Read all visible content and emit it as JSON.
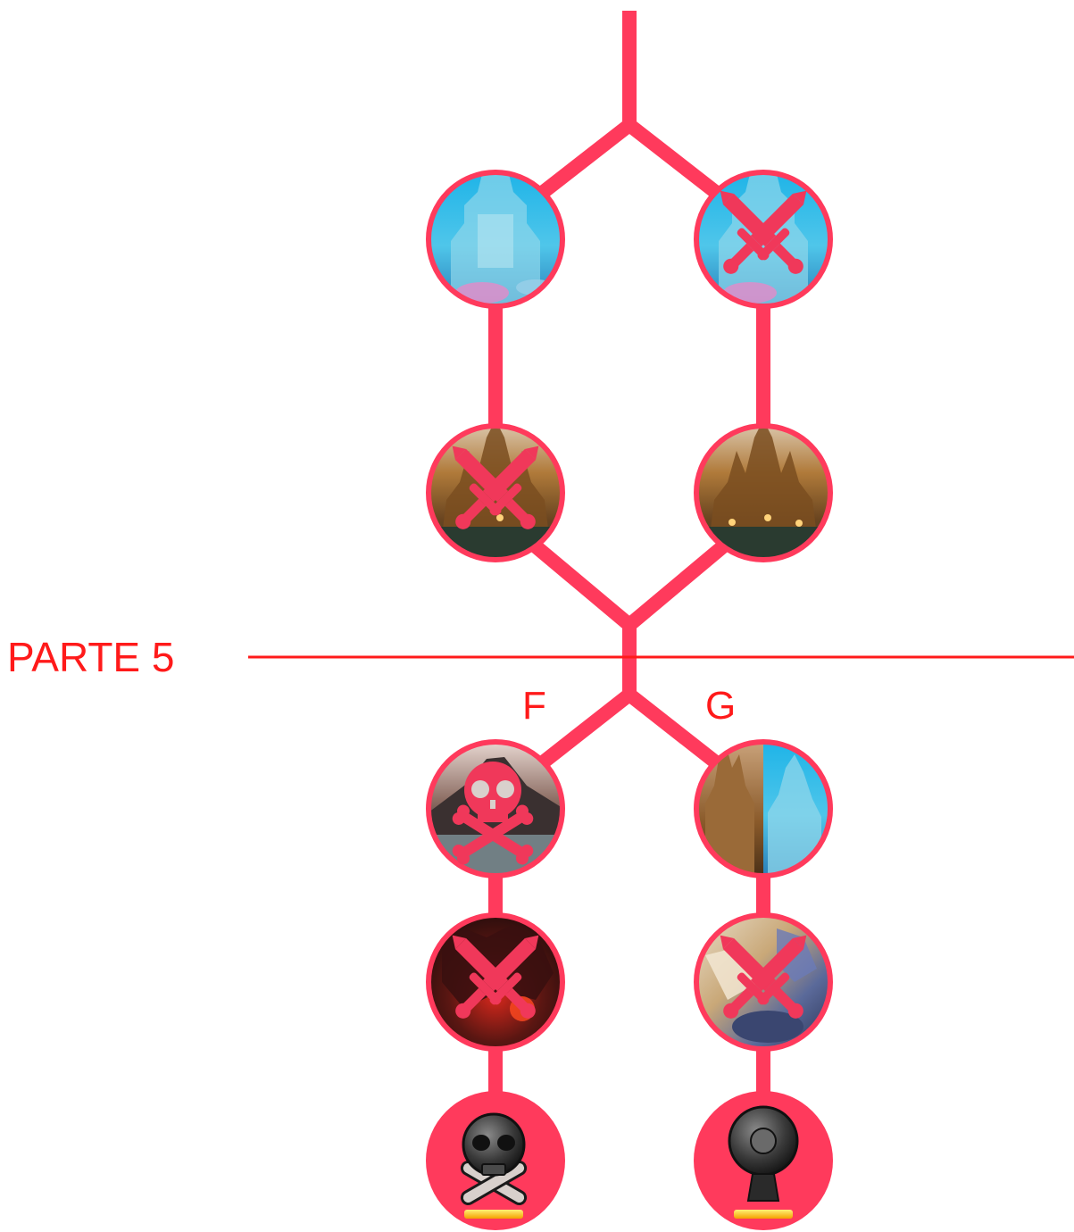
{
  "section": {
    "label": "PARTE 5"
  },
  "branches": [
    {
      "id": "f",
      "label": "F"
    },
    {
      "id": "g",
      "label": "G"
    }
  ],
  "colors": {
    "path": "#ff3a5c",
    "divider": "#ff1a1a",
    "label": "#ff1a1a"
  },
  "nodes": [
    {
      "id": "upper-left-1",
      "scene": "underwater-city",
      "overlay": null,
      "style": "image"
    },
    {
      "id": "upper-right-1",
      "scene": "underwater-city",
      "overlay": "crossed-swords-icon",
      "style": "image"
    },
    {
      "id": "upper-left-2",
      "scene": "golden-castle",
      "overlay": "crossed-swords-icon",
      "style": "image"
    },
    {
      "id": "upper-right-2",
      "scene": "golden-castle",
      "overlay": null,
      "style": "image"
    },
    {
      "id": "f-1",
      "scene": "volcano-landscape",
      "overlay": "skull-crossbones-icon",
      "style": "image"
    },
    {
      "id": "g-1",
      "scene": "split-castle-underwater",
      "overlay": null,
      "style": "image"
    },
    {
      "id": "f-2",
      "scene": "lava-monster",
      "overlay": "crossed-swords-icon",
      "style": "image"
    },
    {
      "id": "g-2",
      "scene": "winged-dragon",
      "overlay": "crossed-swords-icon",
      "style": "image"
    },
    {
      "id": "f-3",
      "scene": null,
      "overlay": "skull-trophy-icon",
      "style": "ending"
    },
    {
      "id": "g-3",
      "scene": null,
      "overlay": "dragon-trophy-icon",
      "style": "ending"
    }
  ]
}
